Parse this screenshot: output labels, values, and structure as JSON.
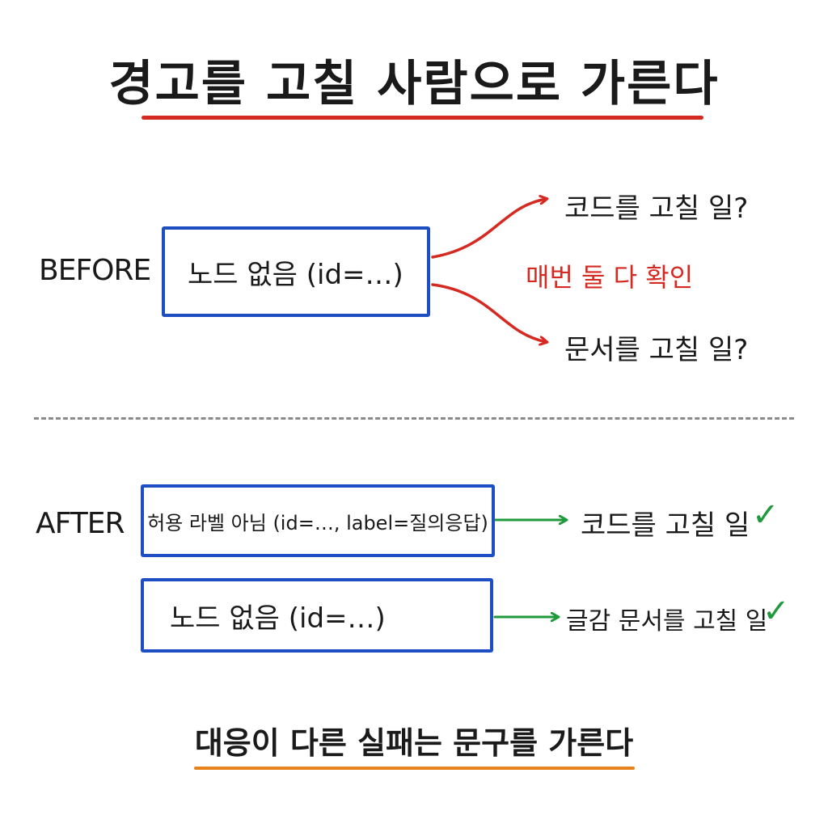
{
  "title": "경고를 고칠 사람으로 가른다",
  "before": {
    "label": "BEFORE",
    "box_text": "노드 없음 (id=…)",
    "outcome_code": "코드를 고칠 일?",
    "outcome_docs": "문서를 고칠 일?",
    "note": "매번 둘 다 확인"
  },
  "after": {
    "label": "AFTER",
    "row1": {
      "box_text": "허용 라벨 아님 (id=…, label=질의응답)",
      "outcome": "코드를 고칠 일",
      "check": "✓"
    },
    "row2": {
      "box_text": "노드 없음 (id=…)",
      "outcome": "글감 문서를 고칠 일",
      "check": "✓"
    }
  },
  "footer": "대응이 다른 실패는 문구를 가른다",
  "colors": {
    "box_border": "#1d4ec4",
    "before_arrow": "#d42a22",
    "after_arrow": "#1e9a3c",
    "title_underline": "#d42a22",
    "footer_underline": "#e8831c"
  }
}
